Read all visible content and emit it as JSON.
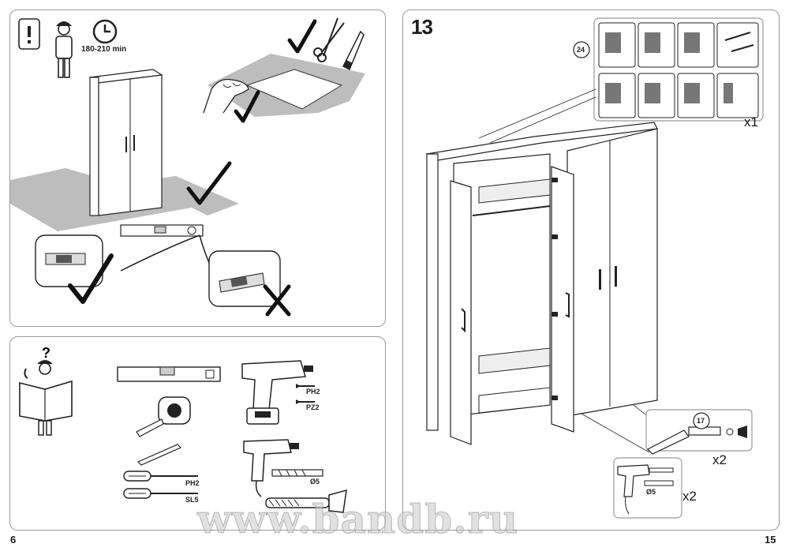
{
  "left_page": {
    "page_number": "6",
    "panel_top": {
      "duration": "180-210 min"
    },
    "panel_bottom": {
      "screwdriver_1_label": "PH2",
      "screwdriver_2_label": "SL5",
      "cordless_bit_1_label": "PH2",
      "cordless_bit_2_label": "PZ2",
      "drill_bit_label": "Ø5"
    }
  },
  "right_page": {
    "page_number": "15",
    "step_number": "13",
    "detail_callout_number": "24",
    "detail_quantity": "x1",
    "screw_part_number": "17",
    "screw_quantity": "x2",
    "drill_bit_label": "Ø5",
    "drill_quantity": "x2"
  },
  "watermark": "www.bandb.ru"
}
